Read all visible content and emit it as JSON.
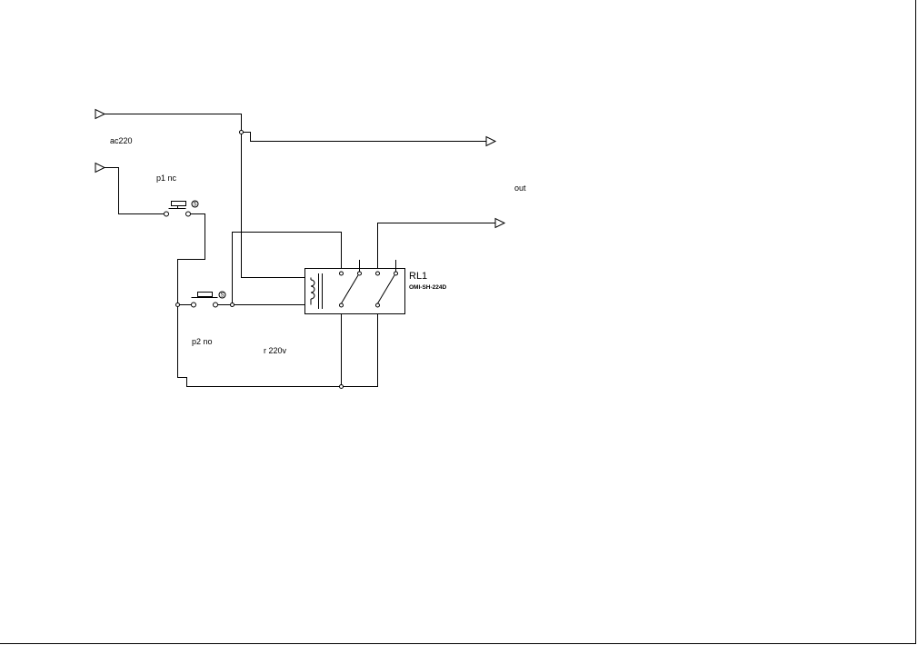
{
  "labels": {
    "ac_input": "ac220",
    "p1": "p1 nc",
    "p2": "p2 no",
    "relay_voltage": "r 220v",
    "output": "out",
    "relay_ref": "RL1",
    "relay_part": "OMI-SH-224D"
  },
  "colors": {
    "line": "#000000",
    "background": "#ffffff"
  }
}
